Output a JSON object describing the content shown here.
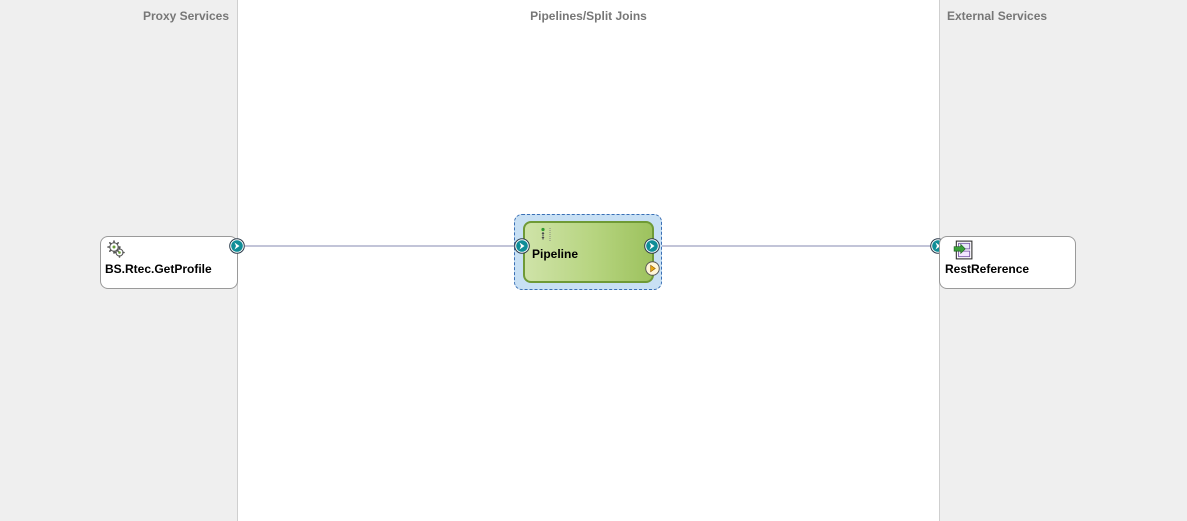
{
  "lanes": {
    "proxy": {
      "title": "Proxy Services"
    },
    "pipelines": {
      "title": "Pipelines/Split Joins"
    },
    "external": {
      "title": "External Services"
    }
  },
  "nodes": {
    "business_service": {
      "label": "BS.Rtec.GetProfile",
      "icon": "gear-icon"
    },
    "pipeline": {
      "label": "Pipeline",
      "icon": "pipeline-flow-icon"
    },
    "external_reference": {
      "label": "RestReference",
      "icon": "rest-reference-icon"
    }
  },
  "colors": {
    "lane_bg": "#efefef",
    "canvas_bg": "#ffffff",
    "wire": "#c2c4d8",
    "port_teal": "#0f8d97",
    "pipeline_green": "#b6d47f",
    "pipeline_selection": "#c8e0f4",
    "selection_border": "#3a6fb5",
    "error_port": "#e8a510"
  }
}
